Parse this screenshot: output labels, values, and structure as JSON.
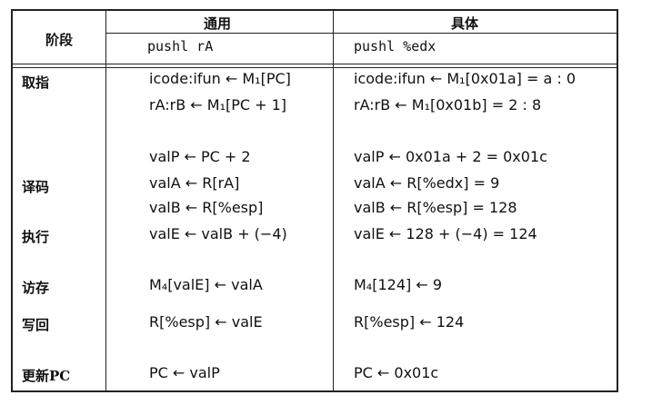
{
  "header": {
    "stage": "阶段",
    "generic": "通用",
    "specific": "具体",
    "generic_instr": "pushl rA",
    "specific_instr": "pushl %edx"
  },
  "stages": {
    "fetch": "取指",
    "decode": "译码",
    "execute": "执行",
    "memory": "访存",
    "writeback": "写回",
    "pc_update": "更新PC"
  },
  "generic": [
    "icode:ifun ← M₁[PC]",
    "rA:rB ← M₁[PC + 1]",
    "valP ← PC + 2",
    "valA ← R[rA]",
    "valB ← R[%esp]",
    "valE ← valB + (−4)",
    "M₄[valE] ← valA",
    "R[%esp] ← valE",
    "PC ← valP"
  ],
  "specific": [
    "icode:ifun ← M₁[0x01a] = a : 0",
    "rA:rB ← M₁[0x01b] = 2 : 8",
    "valP ← 0x01a + 2 = 0x01c",
    "valA ← R[%edx] = 9",
    "valB ← R[%esp] = 128",
    "valE ← 128 + (−4) = 124",
    "M₄[124] ← 9",
    "R[%esp] ← 124",
    "PC ← 0x01c"
  ]
}
